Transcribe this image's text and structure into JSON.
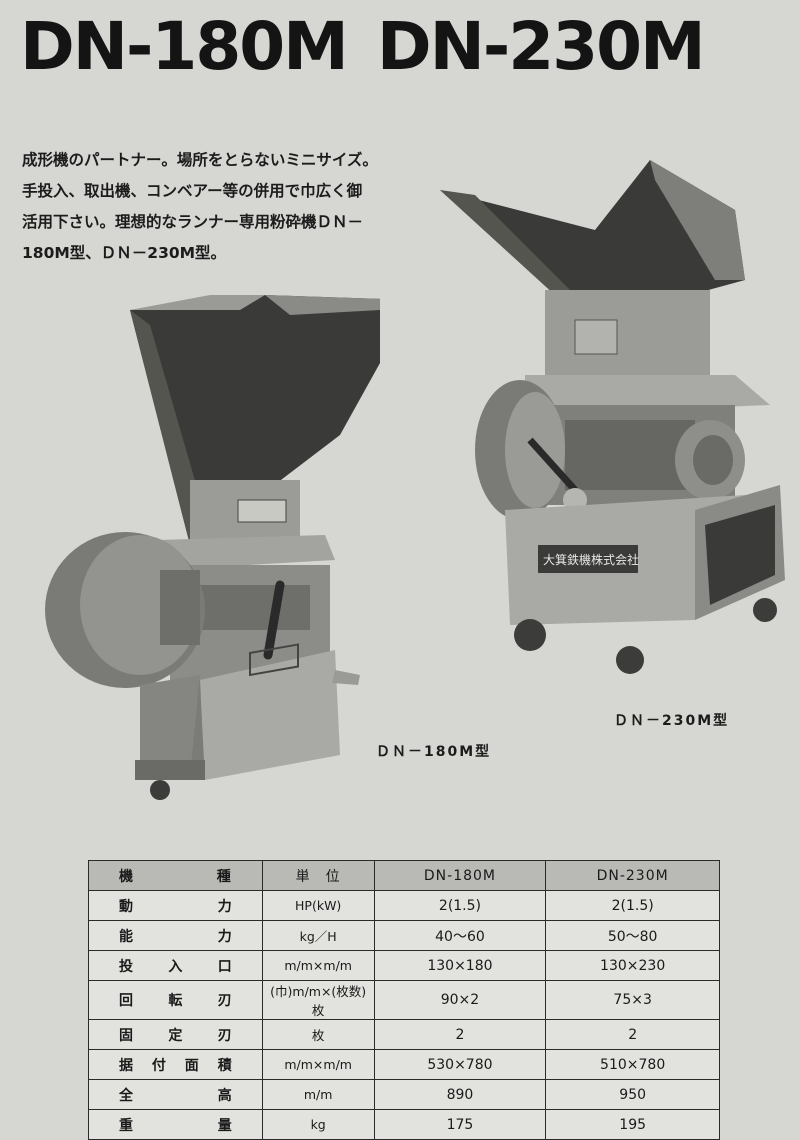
{
  "title": {
    "model_a": "DN-180M",
    "model_b": "DN-230M"
  },
  "intro": {
    "lines": [
      "成形機のパートナー。場所をとらないミニサイズ。",
      "手投入、取出機、コンベアー等の併用で巾広く御",
      "活用下さい。理想的なランナー専用粉砕機ＤＮ－",
      "180M型、ＤＮ－230M型。"
    ]
  },
  "photos": {
    "dn180m_caption": "ＤＮ－180M型",
    "dn230m_caption": "ＤＮ－230M型",
    "nameplate_text": "大箕鉄機株式会社"
  },
  "colors": {
    "background": "#d6d6d3",
    "header_row": "#b9b9b5",
    "body_row": "#e2e2df",
    "machine_metal": "#8c8c88",
    "hopper_dark": "#3a3a38"
  },
  "spec_table": {
    "headers": [
      "機　種",
      "単　位",
      "DN-180M",
      "DN-230M"
    ],
    "rows": [
      {
        "label": "動力",
        "unit": "HP(kW)",
        "a": "2(1.5)",
        "b": "2(1.5)"
      },
      {
        "label": "能力",
        "unit": "kg／H",
        "a": "40〜60",
        "b": "50〜80"
      },
      {
        "label": "投入口",
        "unit": "m/m×m/m",
        "a": "130×180",
        "b": "130×230"
      },
      {
        "label": "回転刃",
        "unit": "(巾)m/m×(枚数)枚",
        "a": "90×2",
        "b": "75×3"
      },
      {
        "label": "固定刃",
        "unit": "枚",
        "a": "2",
        "b": "2"
      },
      {
        "label": "据付面積",
        "unit": "m/m×m/m",
        "a": "530×780",
        "b": "510×780"
      },
      {
        "label": "全高",
        "unit": "m/m",
        "a": "890",
        "b": "950"
      },
      {
        "label": "重量",
        "unit": "kg",
        "a": "175",
        "b": "195"
      }
    ]
  }
}
